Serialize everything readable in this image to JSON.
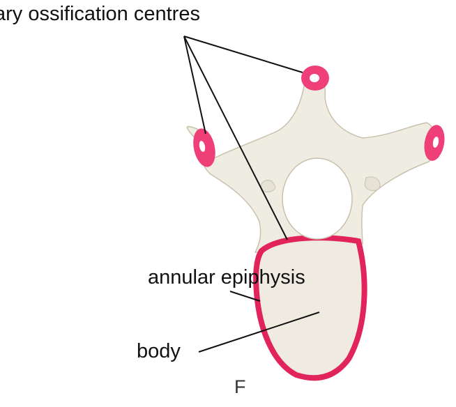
{
  "labels": {
    "ossification": "ary ossification centres",
    "annular_epiphysis": "annular epiphysis",
    "body": "body",
    "figure": "F"
  },
  "colors": {
    "bone": "#efece2",
    "bone_outline": "#c9c1ad",
    "epiphysis": "#e2245c",
    "ossification_centre": "#ef3f79",
    "leader_line": "#111111"
  }
}
